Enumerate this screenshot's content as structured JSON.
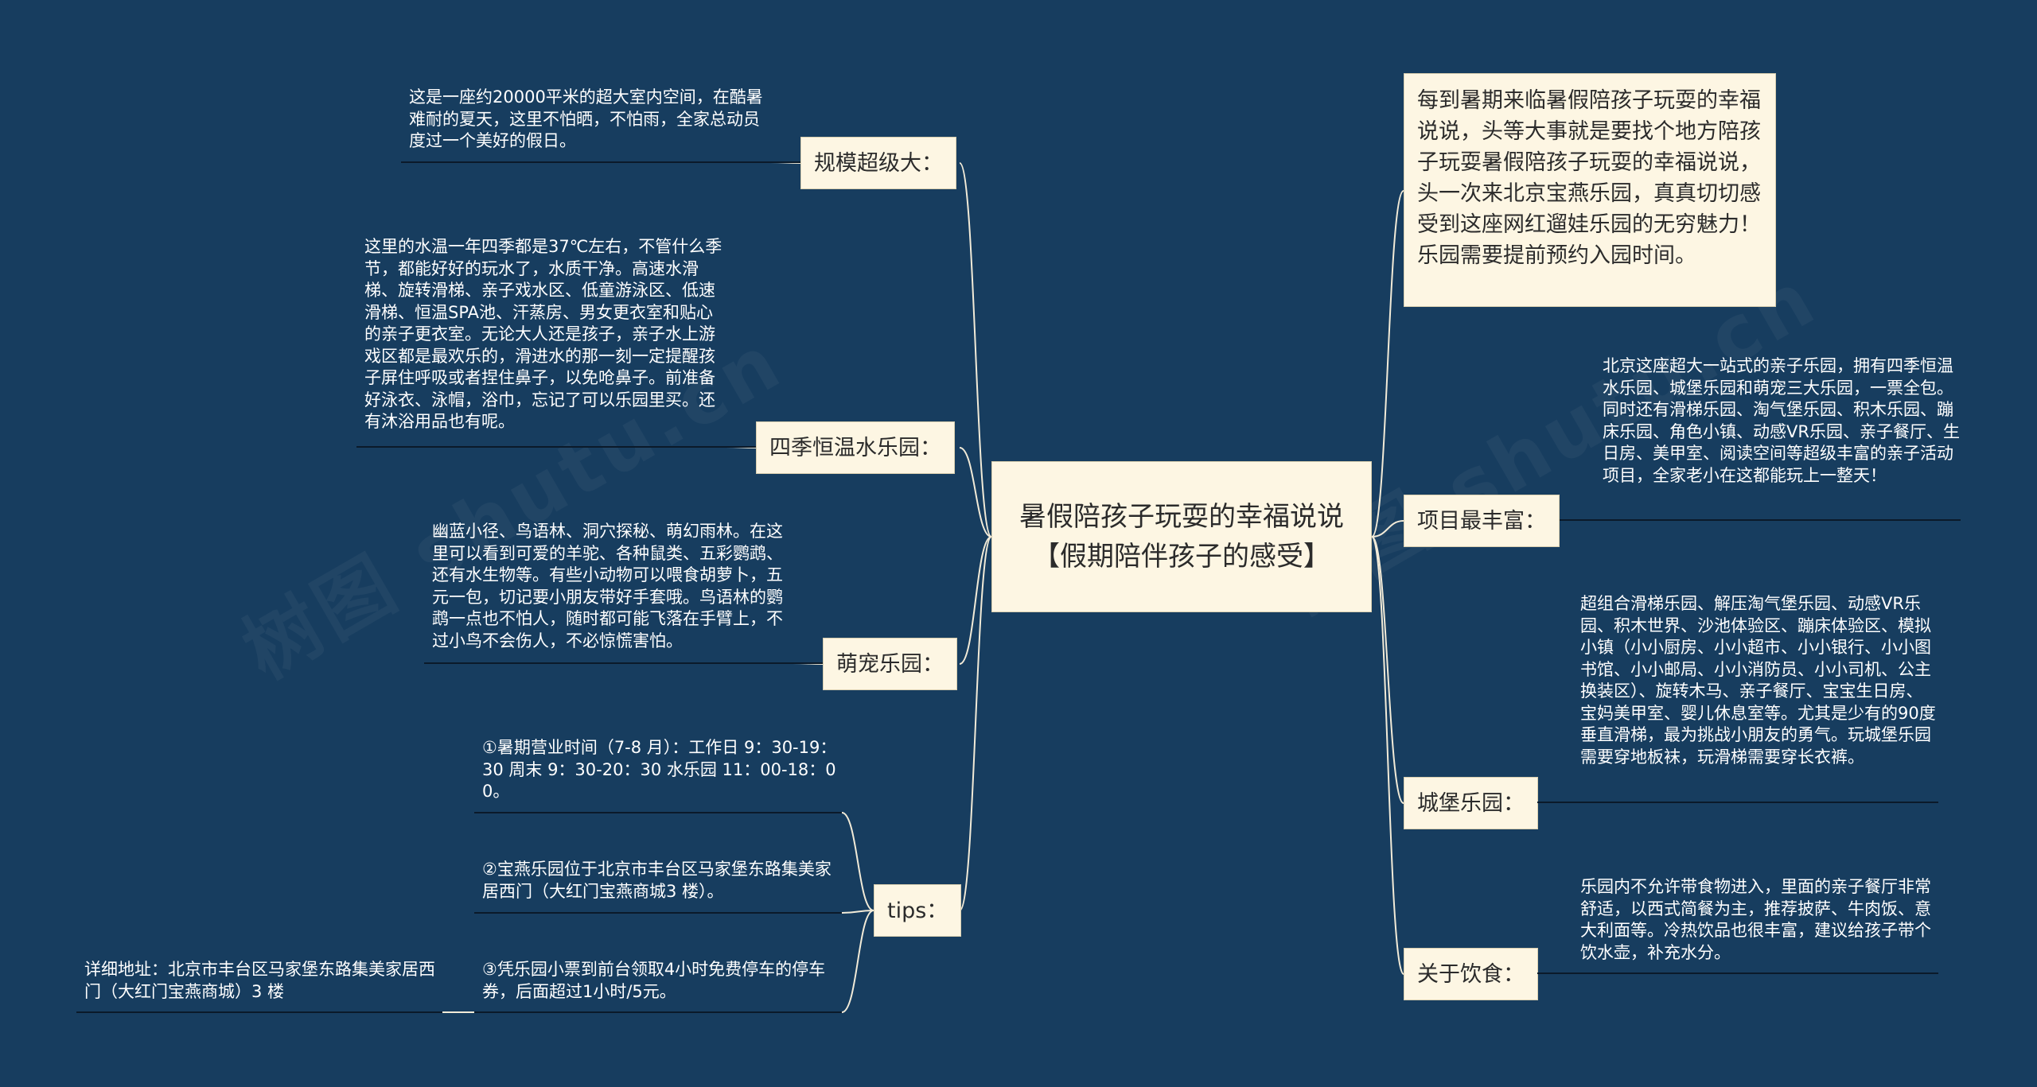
{
  "center": {
    "title": "暑假陪孩子玩耍的幸福说说【假期陪伴孩子的感受】"
  },
  "intro": "每到暑期来临暑假陪孩子玩耍的幸福说说，头等大事就是要找个地方陪孩子玩耍暑假陪孩子玩耍的幸福说说，头一次来北京宝燕乐园，真真切切感受到这座网红遛娃乐园的无穷魅力！乐园需要提前预约入园时间。",
  "left_branches": [
    {
      "label": "规模超级大：",
      "text": "这是一座约20000平米的超大室内空间，在酷暑难耐的夏天，这里不怕晒，不怕雨，全家总动员度过一个美好的假日。"
    },
    {
      "label": "四季恒温水乐园：",
      "text": "这里的水温一年四季都是37℃左右，不管什么季节，都能好好的玩水了，水质干净。高速水滑梯、旋转滑梯、亲子戏水区、低童游泳区、低速滑梯、恒温SPA池、汗蒸房、男女更衣室和贴心的亲子更衣室。无论大人还是孩子，亲子水上游戏区都是最欢乐的，滑进水的那一刻一定提醒孩子屏住呼吸或者捏住鼻子，以免呛鼻子。前准备好泳衣、泳帽，浴巾，忘记了可以乐园里买。还有沐浴用品也有呢。"
    },
    {
      "label": "萌宠乐园：",
      "text": "幽蓝小径、鸟语林、洞穴探秘、萌幻雨林。在这里可以看到可爱的羊驼、各种鼠类、五彩鹦鹉、还有水生物等。有些小动物可以喂食胡萝卜，五元一包，切记要小朋友带好手套哦。鸟语林的鹦鹉一点也不怕人，随时都可能飞落在手臂上，不过小鸟不会伤人，不必惊慌害怕。"
    },
    {
      "label": "tips：",
      "items": [
        "①暑期营业时间（7-8 月）：工作日 9：30-19：30 周末 9：30-20：30 水乐园 11：00-18：00。",
        "②宝燕乐园位于北京市丰台区马家堡东路集美家居西门（大红门宝燕商城3 楼）。",
        "③凭乐园小票到前台领取4小时免费停车的停车券，后面超过1小时/5元。"
      ],
      "detail": "详细地址：北京市丰台区马家堡东路集美家居西门（大红门宝燕商城）3 楼"
    }
  ],
  "right_branches": [
    {
      "label": "项目最丰富：",
      "text": "北京这座超大一站式的亲子乐园，拥有四季恒温水乐园、城堡乐园和萌宠三大乐园，一票全包。同时还有滑梯乐园、淘气堡乐园、积木乐园、蹦床乐园、角色小镇、动感VR乐园、亲子餐厅、生日房、美甲室、阅读空间等超级丰富的亲子活动项目，全家老小在这都能玩上一整天！"
    },
    {
      "label": "城堡乐园：",
      "text": "超组合滑梯乐园、解压淘气堡乐园、动感VR乐园、积木世界、沙池体验区、蹦床体验区、模拟小镇（小小厨房、小小超市、小小银行、小小图书馆、小小邮局、小小消防员、小小司机、公主换装区）、旋转木马、亲子餐厅、宝宝生日房、宝妈美甲室、婴儿休息室等。尤其是少有的90度垂直滑梯，最为挑战小朋友的勇气。玩城堡乐园需要穿地板袜，玩滑梯需要穿长衣裤。"
    },
    {
      "label": "关于饮食：",
      "text": "乐园内不允许带食物进入，里面的亲子餐厅非常舒适，以西式简餐为主，推荐披萨、牛肉饭、意大利面等。冷热饮品也很丰富，建议给孩子带个饮水壶，补充水分。"
    }
  ],
  "colors": {
    "background": "#173d5f",
    "node": "#fdf6e3",
    "line": "#f2ebd8",
    "text_light": "#ffffff"
  }
}
